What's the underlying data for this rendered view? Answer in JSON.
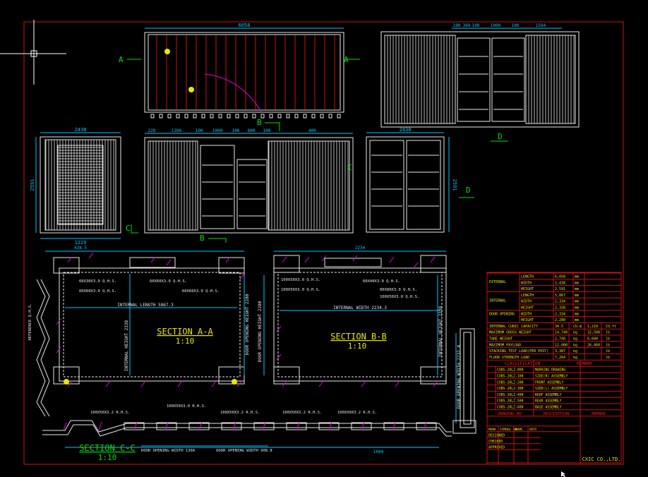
{
  "colors": {
    "background": "#000000",
    "frame": "#d01010",
    "geometry": "#e8e8e8",
    "dimension": "#00c8ff",
    "label": "#00e000",
    "section": "#e8e800",
    "callout": "#e8e800",
    "hatch": "#e000e0",
    "table_grid": "#d01010",
    "table_text": "#e8e800",
    "table_header": "#ff2020"
  },
  "dims": {
    "top_length": "6058",
    "right_top": [
      "100",
      "360",
      "100",
      "1000",
      "100",
      "1594"
    ],
    "left_width": "2438",
    "front_segments": [
      "228",
      "1396",
      "100",
      "1000",
      "100",
      "800",
      "100",
      "400"
    ],
    "right_width": "2438",
    "left_height": "2591",
    "right_height": "2591",
    "left_bottom": "1229",
    "secA_top": "438.5",
    "secB_top": "2234"
  },
  "view_labels": {
    "a_left": "A",
    "a_right": "A",
    "b_top": "B",
    "b_bottom": "B",
    "c_right": "C",
    "c_bottom": "C",
    "d_top": "D",
    "d_right": "D"
  },
  "sections": {
    "a_title": "SECTION A-A",
    "a_scale": "1:10",
    "b_title": "SECTION B-B",
    "b_scale": "1:10",
    "c_title": "SECTION C-C",
    "c_scale": "1:10"
  },
  "callouts": {
    "rhs_a1": "60X30X3.0 Q.H.S.",
    "rhs_a2": "60X60X3.0 Q.H.S.",
    "rhs_a3": "60X60X3.0 Q.H.S.",
    "rhs_a4": "60X60X3.0 Q.H.S.",
    "rhs_b1": "100X50X3.0 Q.H.S.",
    "rhs_b2": "100X50X3.0 Q.H.S.",
    "rhs_b3": "60X40X3.0 Q.H.S.",
    "rhs_b4": "80X80X3.0 Q.H.S.",
    "rhs_b5": "100X50X3.0 Q.H.S.",
    "rhs_c1": "100X50X3.0 R.H.S.",
    "rhs_c2": "100X50X3.2 R.H.S.",
    "rhs_c3": "100X50X3.2 R.H.S.",
    "rhs_c4": "100X50X3.2 R.H.S.",
    "rhs_c5": "100X50X3.2 R.H.S.",
    "internal_length": "INTERNAL LENGTH 5867.3",
    "internal_height": "INTERNAL HEIGHT 2338",
    "door_height": "DOOR OPENING HEIGHT 2280",
    "door_height_b": "DOOR OPENING HEIGHT 2280",
    "internal_width": "INTERNAL WIDTH 2234.3",
    "internal_height_b": "INTERNAL HEIGHT 2338",
    "door_width": "DOOR OPENING WIDTH 2232.4",
    "door_opening_c1": "DOOR OPENING WIDTH 1360",
    "door_opening_c2": "DOOR OPENING WIDTH 908.8",
    "c_total": "1684",
    "left_rail": "REFERENCE Q.H.S."
  },
  "spec_table": {
    "rows": [
      {
        "group": "EXTERNAL",
        "item": "LENGTH",
        "value": "6,058",
        "unit": "mm"
      },
      {
        "group": "",
        "item": "WIDTH",
        "value": "2,438",
        "unit": "mm"
      },
      {
        "group": "",
        "item": "HEIGHT",
        "value": "2,591",
        "unit": "mm"
      },
      {
        "group": "INTERNAL",
        "item": "LENGTH",
        "value": "5,867",
        "unit": "mm"
      },
      {
        "group": "",
        "item": "WIDTH",
        "value": "2,334",
        "unit": "mm"
      },
      {
        "group": "",
        "item": "HEIGHT",
        "value": "2,338",
        "unit": "mm"
      },
      {
        "group": "DOOR OPENING",
        "item": "WIDTH",
        "value": "2,334",
        "unit": "mm"
      },
      {
        "group": "",
        "item": "HEIGHT",
        "value": "2,280",
        "unit": "mm"
      }
    ],
    "cap_rows": [
      {
        "item": "INTERNAL CUBIC CAPACITY",
        "v1": "34.5",
        "u1": "CU.m",
        "v2": "1,218",
        "u2": "CU.ft"
      },
      {
        "item": "MAXIMUM GROSS WEIGHT",
        "v1": "14,740",
        "u1": "kg",
        "v2": "32,500",
        "u2": "lb"
      },
      {
        "item": "TARE WEIGHT",
        "v1": "2,740",
        "u1": "kg",
        "v2": "6,040",
        "u2": "lb"
      },
      {
        "item": "MAXIMUM PAYLOAD",
        "v1": "12,000",
        "u1": "kg",
        "v2": "26,460",
        "u2": "lb"
      },
      {
        "item": "STACKING TEST LOAD(PER POST)",
        "v1": "3,387",
        "u1": "kg",
        "v2": "",
        "u2": "lb"
      },
      {
        "item": "FLOOR STRENGTH LOAD",
        "v1": "7,264",
        "u1": "kg",
        "v2": "",
        "u2": "lb"
      }
    ],
    "classification_head": "CLASSIFICATION",
    "remark_head": "REMARK",
    "drawings": [
      {
        "no": "CXBS-20LZ-000",
        "desc": "MARKING DRAWING"
      },
      {
        "no": "CXBS-20LZ-100",
        "desc": "SIDE(R) ASSEMBLY"
      },
      {
        "no": "CXBS-20LZ-200",
        "desc": "FRONT ASSEMBLY"
      },
      {
        "no": "CXBS-20LZ-300",
        "desc": "SIDE(L) ASSEMBLY"
      },
      {
        "no": "CXBS-20LZ-400",
        "desc": "ROOF ASSEMBLY"
      },
      {
        "no": "CXBS-20LZ-500",
        "desc": "REAR ASSEMBLY"
      },
      {
        "no": "CXBS-20LZ-600",
        "desc": "BASE ASSEMBLY"
      }
    ],
    "foot_cols": [
      "DRAWING NO",
      "DESCRIPTION",
      "REMARK"
    ],
    "title_rows": [
      "MARK",
      "SYMBOL NO",
      "NAME",
      "DATE"
    ],
    "signoffs": [
      "DESIGNED",
      "CHECKED",
      "APPROVED"
    ],
    "company": "CXIC CO.,LTD."
  }
}
